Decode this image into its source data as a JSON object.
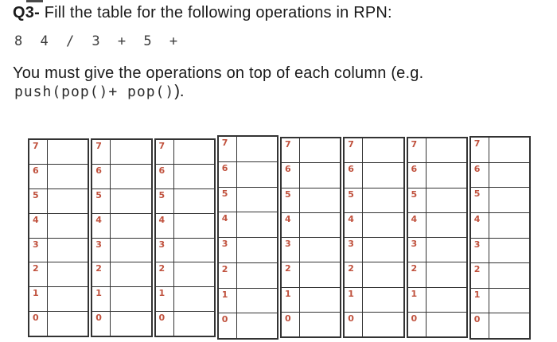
{
  "question": {
    "id_label": "Q3-",
    "prompt": "Fill the table for the following operations in RPN:",
    "expression": "8 4 / 3 + 5 +",
    "instruction": "You must give the operations on top of each column (e.g.",
    "code_example": "push(pop()+ pop()",
    "code_example_suffix": ")."
  },
  "table": {
    "num_groups": 8,
    "row_labels": [
      "7",
      "6",
      "5",
      "4",
      "3",
      "2",
      "1",
      "0"
    ],
    "label_color": "#c0513d",
    "border_color": "#333333"
  }
}
